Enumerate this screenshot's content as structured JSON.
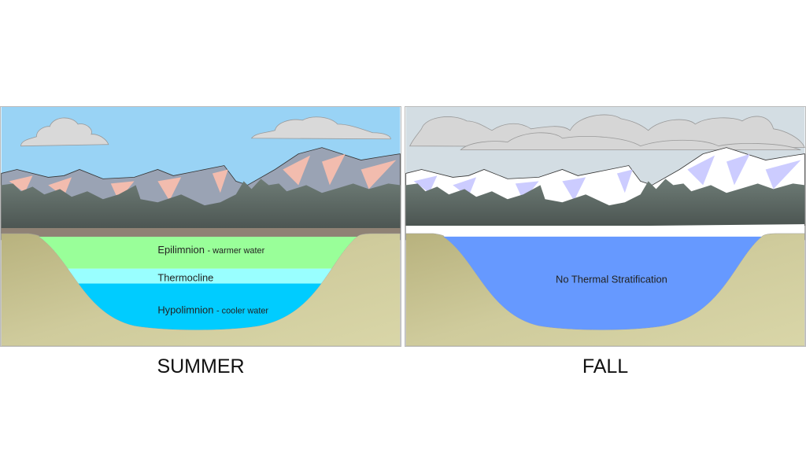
{
  "panels": [
    {
      "id": "summer",
      "caption": "SUMMER",
      "layers": [
        {
          "name": "Epilimnion",
          "note": "- warmer water",
          "color": "#99ff99"
        },
        {
          "name": "Thermocline",
          "note": "",
          "color": "#99ffff"
        },
        {
          "name": "Hypolimnion",
          "note": "- cooler water",
          "color": "#00ccff"
        }
      ],
      "colors": {
        "sky": "#99d3f5",
        "mountain": "#9aa3b4",
        "snow": "#f2bcae",
        "ground_band": "#8f8275"
      }
    },
    {
      "id": "fall",
      "caption": "FALL",
      "water_label": "No Thermal Stratification",
      "colors": {
        "sky": "#d3dde3",
        "mountain": "#ffffff",
        "snow": "#ccccff",
        "water": "#6699ff",
        "ground_band": "#ffffff"
      }
    }
  ],
  "colors": {
    "ground": "#c9c596",
    "trees": "#56605d"
  }
}
